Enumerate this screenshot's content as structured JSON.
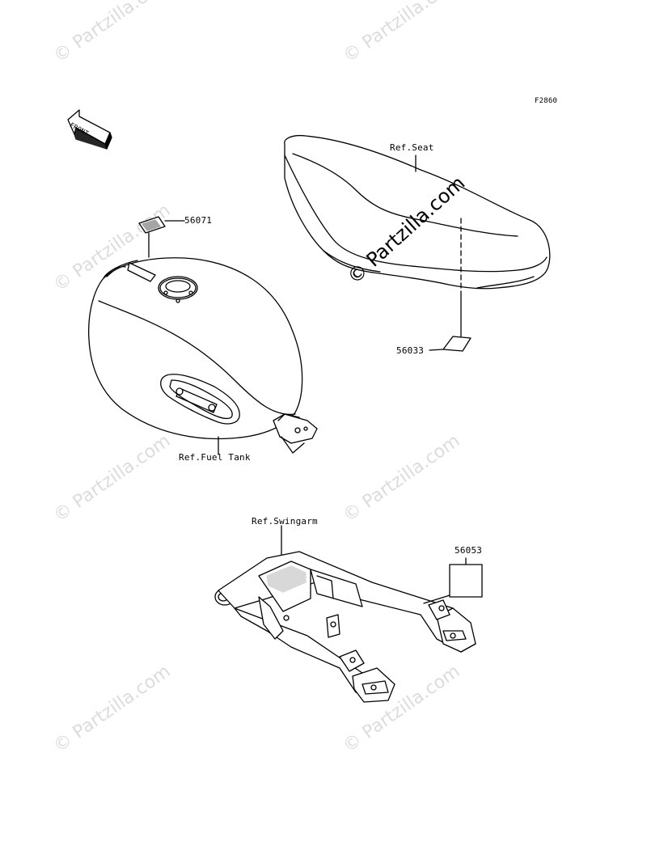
{
  "diagram": {
    "figure_code": "F2860",
    "front_arrow_label": "FRONT",
    "callouts": {
      "label_56071": "56071",
      "label_56033": "56033",
      "label_56053": "56053",
      "ref_seat": "Ref.Seat",
      "ref_fuel_tank": "Ref.Fuel Tank",
      "ref_swingarm": "Ref.Swingarm"
    },
    "watermark": {
      "text": "© Partzilla.com"
    }
  }
}
